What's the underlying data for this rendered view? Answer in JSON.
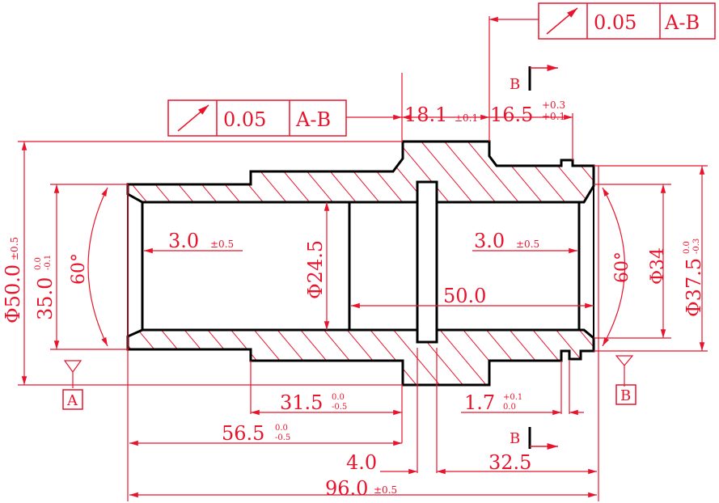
{
  "colors": {
    "dimension": "#e8142c",
    "outline": "#000000",
    "background": "#ffffff"
  },
  "tolerance_frame_top": {
    "symbol": "circular-runout-icon",
    "value": "0.05",
    "datum": "A-B"
  },
  "tolerance_frame_left": {
    "symbol": "circular-runout-icon",
    "value": "0.05",
    "datum": "A-B"
  },
  "section_marks": {
    "top": "B",
    "bottom": "B"
  },
  "datums": {
    "left": "A",
    "right": "B"
  },
  "dimensions": {
    "d_18_1": "18.1",
    "d_18_1_tol": "±0.1",
    "d_16_5": "16.5",
    "d_16_5_tol_up": "+0.3",
    "d_16_5_tol_dn": "+0.1",
    "phi_50": "Φ50.0",
    "phi_50_tol": "±0.5",
    "d_35": "35.0",
    "d_35_tol_up": "0.0",
    "d_35_tol_dn": "-0.1",
    "angle_left": "60°",
    "angle_right": "60°",
    "left_3": "3.0",
    "left_3_tol": "±0.5",
    "phi_24_5": "Φ24.5",
    "right_3": "3.0",
    "right_3_tol": "±0.5",
    "d_50": "50.0",
    "phi_34": "Φ34",
    "phi_37_5": "Φ37.5",
    "phi_37_5_tol_up": "0.0",
    "phi_37_5_tol_dn": "-0.3",
    "d_31_5": "31.5",
    "d_31_5_tol_up": "0.0",
    "d_31_5_tol_dn": "-0.5",
    "d_1_7": "1.7",
    "d_1_7_tol_up": "+0.1",
    "d_1_7_tol_dn": "0.0",
    "d_56_5": "56.5",
    "d_56_5_tol_up": "0.0",
    "d_56_5_tol_dn": "-0.5",
    "d_4": "4.0",
    "d_32_5": "32.5",
    "d_96": "96.0",
    "d_96_tol": "±0.5"
  }
}
